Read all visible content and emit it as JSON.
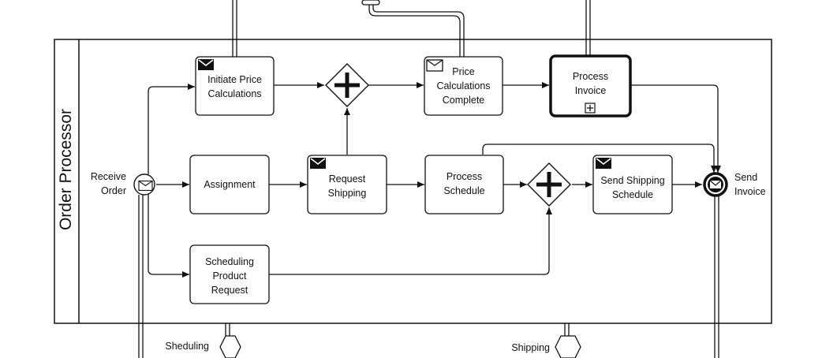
{
  "pool": {
    "name": "Order Processor"
  },
  "start_event": {
    "label_line1": "Receive",
    "label_line2": "Order"
  },
  "end_event": {
    "label_line1": "Send",
    "label_line2": "Invoice"
  },
  "tasks": {
    "initiate_price": {
      "line1": "Initiate Price",
      "line2": "Calculations"
    },
    "price_complete": {
      "line1": "Price",
      "line2": "Calculations",
      "line3": "Complete"
    },
    "process_invoice": {
      "line1": "Process",
      "line2": "Invoice"
    },
    "assignment": {
      "line1": "Assignment"
    },
    "request_shipping": {
      "line1": "Request",
      "line2": "Shipping"
    },
    "process_schedule": {
      "line1": "Process",
      "line2": "Schedule"
    },
    "send_shipping_schedule": {
      "line1": "Send Shipping",
      "line2": "Schedule"
    },
    "scheduling_product_request": {
      "line1": "Scheduling",
      "line2": "Product",
      "line3": "Request"
    }
  },
  "conversations": {
    "sheduling": "Sheduling",
    "shipping": "Shipping"
  },
  "colors": {
    "stroke": "#111111",
    "fill": "#ffffff"
  }
}
